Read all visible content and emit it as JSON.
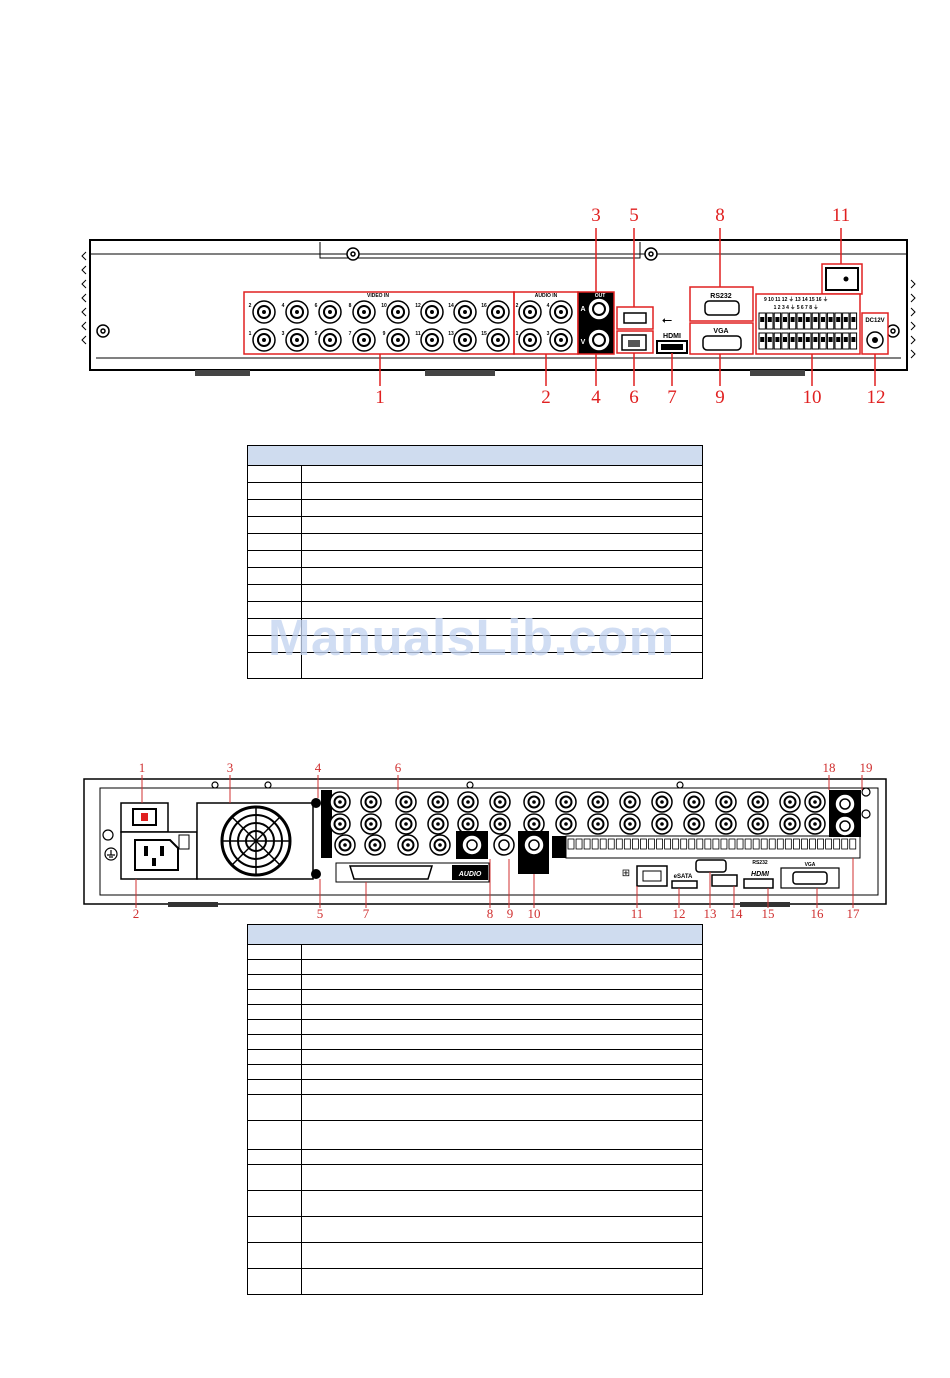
{
  "figure1": {
    "callouts_top": [
      "3",
      "5",
      "8",
      "11"
    ],
    "callouts_bottom": [
      "1",
      "2",
      "4",
      "6",
      "7",
      "9",
      "10",
      "12"
    ],
    "panel_labels": {
      "video_in": "VIDEO IN",
      "audio_in": "AUDIO IN",
      "out": "OUT",
      "a": "A",
      "v": "V",
      "rs232": "RS232",
      "vga": "VGA",
      "hdmi": "HDMI",
      "dc12v": "DC12V"
    },
    "video_top_numbers": [
      "2",
      "4",
      "6",
      "8",
      "10",
      "12",
      "14",
      "16"
    ],
    "video_bottom_numbers": [
      "1",
      "3",
      "5",
      "7",
      "9",
      "11",
      "13",
      "15"
    ],
    "audio_top_numbers": [
      "2",
      "4"
    ],
    "audio_bottom_numbers": [
      "1",
      "3"
    ],
    "alarm_top_numbers": "9 10 11 12 ⏚ 13 14 15 16 ⏚",
    "alarm_bottom_numbers": "1 2 3 4 ⏚ 5 6 7 8 ⏚"
  },
  "table1": {
    "rows": 12
  },
  "watermark": "ManualsLib.com",
  "figure2": {
    "callouts": [
      "1",
      "2",
      "3",
      "4",
      "5",
      "6",
      "7",
      "8",
      "9",
      "10",
      "11",
      "12",
      "13",
      "14",
      "15",
      "16",
      "17",
      "18",
      "19"
    ],
    "panel_labels": {
      "audio": "AUDIO",
      "esata": "eSATA",
      "rs232": "RS232",
      "hdmi": "HDMI",
      "vga": "VGA"
    }
  },
  "table2": {
    "rows": 18
  }
}
